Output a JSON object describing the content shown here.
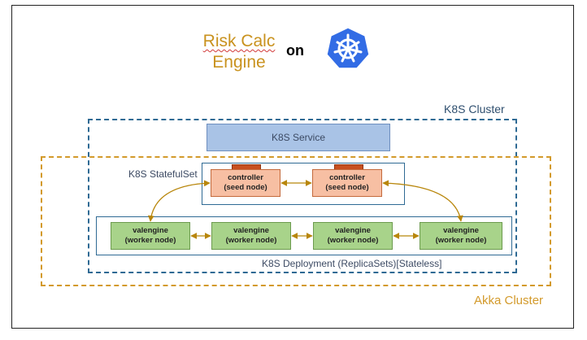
{
  "title": {
    "line1": "Risk Calc",
    "line2": "Engine",
    "connector": "on"
  },
  "logo": {
    "icon": "kubernetes-helm-wheel-icon",
    "color": "#326ce5"
  },
  "clusters": {
    "k8s_cluster_label": "K8S Cluster",
    "akka_cluster_label": "Akka Cluster"
  },
  "service": {
    "label": "K8S Service"
  },
  "statefulset": {
    "label": "K8S StatefulSet",
    "nodes": [
      {
        "name": "controller",
        "role": "(seed node)"
      },
      {
        "name": "controller",
        "role": "(seed node)"
      }
    ]
  },
  "deployment": {
    "label": "K8S Deployment (ReplicaSets)[Stateless]",
    "nodes": [
      {
        "name": "valengine",
        "role": "(worker node)"
      },
      {
        "name": "valengine",
        "role": "(worker node)"
      },
      {
        "name": "valengine",
        "role": "(worker node)"
      },
      {
        "name": "valengine",
        "role": "(worker node)"
      }
    ]
  },
  "colors": {
    "akka": "#d39a2b",
    "k8s": "#2f6a94",
    "controller_fill": "#f7bfa3",
    "worker_fill": "#a8d38a",
    "service_fill": "#a9c3e6"
  }
}
